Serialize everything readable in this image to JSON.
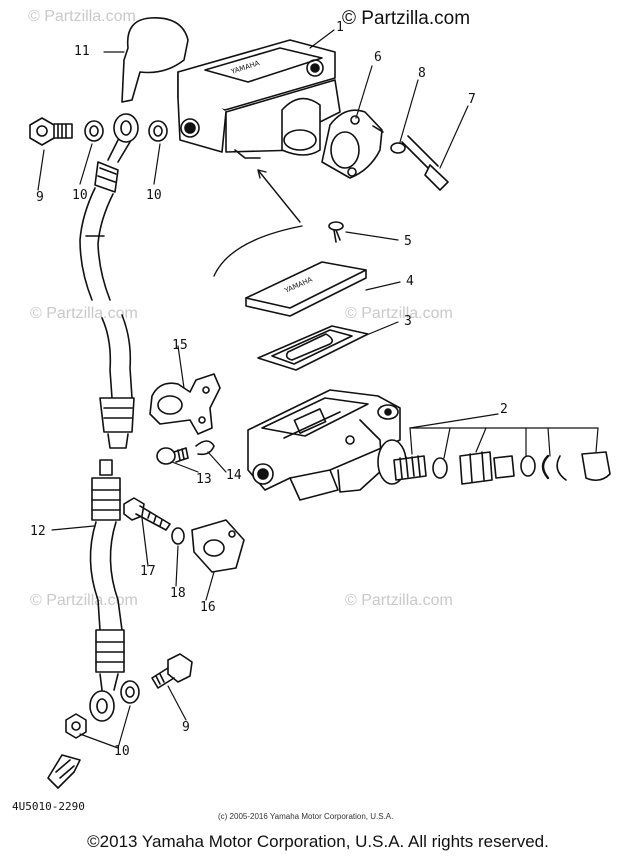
{
  "watermark_header": "© Partzilla.com",
  "watermark": "© Partzilla.com",
  "diagram_code": "4U5010-2290",
  "small_copyright": "(c) 2005-2016 Yamaha Motor Corporation, U.S.A.",
  "footer_copyright": "©2013 Yamaha Motor Corporation, U.S.A. All rights reserved.",
  "reservoir_brand": "YAMAHA",
  "callouts": {
    "n1": "1",
    "n2": "2",
    "n3": "3",
    "n4": "4",
    "n5": "5",
    "n6": "6",
    "n7": "7",
    "n8": "8",
    "n9a": "9",
    "n9b": "9",
    "n10a": "10",
    "n10b": "10",
    "n10c": "10",
    "n11": "11",
    "n12": "12",
    "n13": "13",
    "n14": "14",
    "n15": "15",
    "n16": "16",
    "n17": "17",
    "n18": "18"
  }
}
